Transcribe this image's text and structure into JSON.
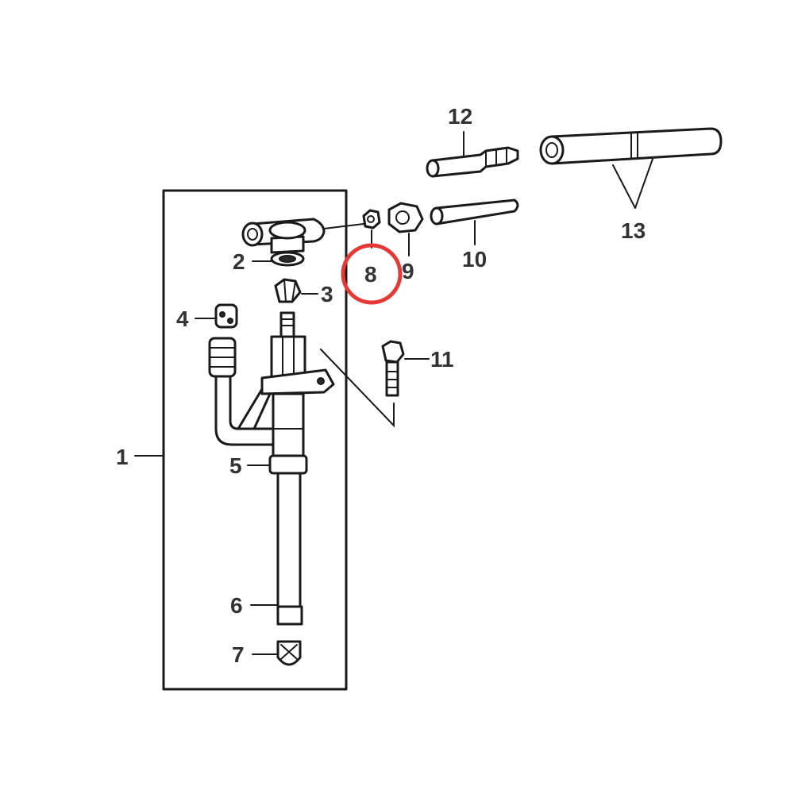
{
  "callouts": [
    {
      "id": "1",
      "label": "1"
    },
    {
      "id": "2",
      "label": "2"
    },
    {
      "id": "3",
      "label": "3"
    },
    {
      "id": "4",
      "label": "4"
    },
    {
      "id": "5",
      "label": "5"
    },
    {
      "id": "6",
      "label": "6"
    },
    {
      "id": "7",
      "label": "7"
    },
    {
      "id": "8",
      "label": "8"
    },
    {
      "id": "9",
      "label": "9"
    },
    {
      "id": "10",
      "label": "10"
    },
    {
      "id": "11",
      "label": "11"
    },
    {
      "id": "12",
      "label": "12"
    },
    {
      "id": "13",
      "label": "13"
    }
  ],
  "highlight": {
    "target": "8",
    "color": "#e53935"
  },
  "colors": {
    "line": "#1a1a1a",
    "label": "#333333",
    "background": "#ffffff"
  }
}
